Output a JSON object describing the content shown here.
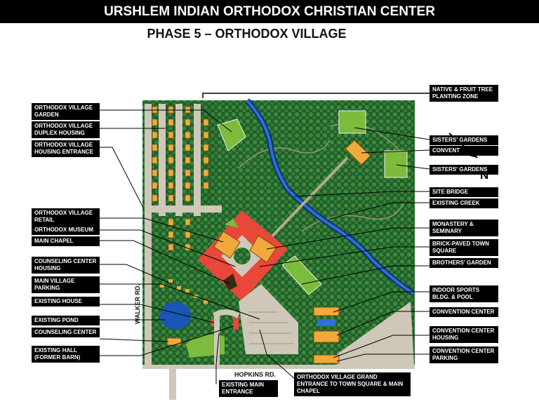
{
  "header": {
    "title": "URSHLEM INDIAN ORTHODOX CHRISTIAN CENTER",
    "subtitle": "PHASE 5 – ORTHODOX VILLAGE"
  },
  "compass": {
    "letter": "N"
  },
  "roads": {
    "walker": "WALKER RD.",
    "hopkins": "HOPKINS RD."
  },
  "labels_left": [
    "ORTHODOX VILLAGE GARDEN",
    "ORTHODOX VILLAGE DUPLEX HOUSING",
    "ORTHODOX VILLAGE HOUSING ENTRANCE",
    "ORTHODOX VILLAGE RETAIL",
    "ORTHODOX MUSEUM",
    "MAIN CHAPEL",
    "COUNSELING CENTER HOUSING",
    "MAIN VILLAGE PARKING",
    "EXISTING HOUSE",
    "EXISTING POND",
    "COUNSELING CENTER",
    "EXISTING HALL (FORMER BARN)"
  ],
  "labels_right": [
    "NATIVE & FRUIT TREE PLANTING ZONE",
    "SISTERS' GARDENS",
    "CONVENT",
    "SISTERS' GARDENS",
    "SITE BRIDGE",
    "EXISTING CREEK",
    "MONASTERY & SEMINARY",
    "BRICK-PAVED TOWN SQUARE",
    "BROTHERS' GARDEN",
    "INDOOR SPORTS BLDG. & POOL",
    "CONVENTION CENTER",
    "CONVENTION CENTER HOUSING",
    "CONVENTION CENTER PARKING"
  ],
  "labels_bottom": [
    "EXISTING MAIN ENTRANCE",
    "ORTHODOX VILLAGE GRAND ENTRANCE TO TOWN SQUARE & MAIN CHAPEL"
  ],
  "colors": {
    "forest": "#1f5e2c",
    "tree": "#3f8a3a",
    "lawn": "#7dbb3c",
    "building": "#f2a93b",
    "plaza": "#e8473a",
    "road": "#cfc8b8",
    "creek": "#1a55b5"
  }
}
